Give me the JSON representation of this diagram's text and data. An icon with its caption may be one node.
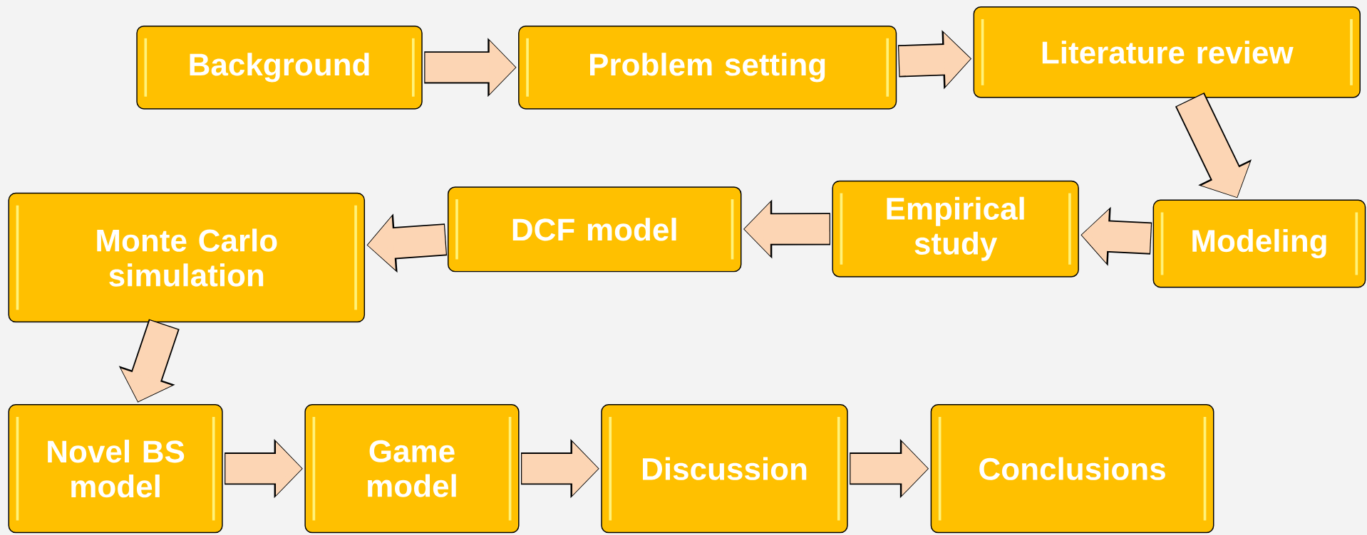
{
  "diagram": {
    "nodes": [
      {
        "text": [
          "Background"
        ]
      },
      {
        "text": [
          "Problem setting"
        ]
      },
      {
        "text": [
          "Literature review"
        ]
      },
      {
        "text": [
          "Modeling"
        ]
      },
      {
        "text": [
          "Empirical study"
        ]
      },
      {
        "text": [
          "DCF model"
        ]
      },
      {
        "text": [
          "Monte Carlo simulation"
        ]
      },
      {
        "text": [
          "Novel BS model"
        ]
      },
      {
        "text": [
          "Game model"
        ]
      },
      {
        "text": [
          "Discussion"
        ]
      },
      {
        "text": [
          "Conclusions"
        ]
      }
    ],
    "edges": [
      {
        "from": 0,
        "to": 1,
        "arrow": "to"
      },
      {
        "from": 1,
        "to": 2,
        "arrow": "to"
      },
      {
        "from": 2,
        "to": 3,
        "arrow": "to"
      },
      {
        "from": 3,
        "to": 4,
        "arrow": "to"
      },
      {
        "from": 4,
        "to": 5,
        "arrow": "to"
      },
      {
        "from": 5,
        "to": 6,
        "arrow": "to"
      },
      {
        "from": 6,
        "to": 7,
        "arrow": "to"
      },
      {
        "from": 7,
        "to": 8,
        "arrow": "to"
      },
      {
        "from": 8,
        "to": 9,
        "arrow": "to"
      },
      {
        "from": 9,
        "to": 10,
        "arrow": "to"
      }
    ]
  }
}
